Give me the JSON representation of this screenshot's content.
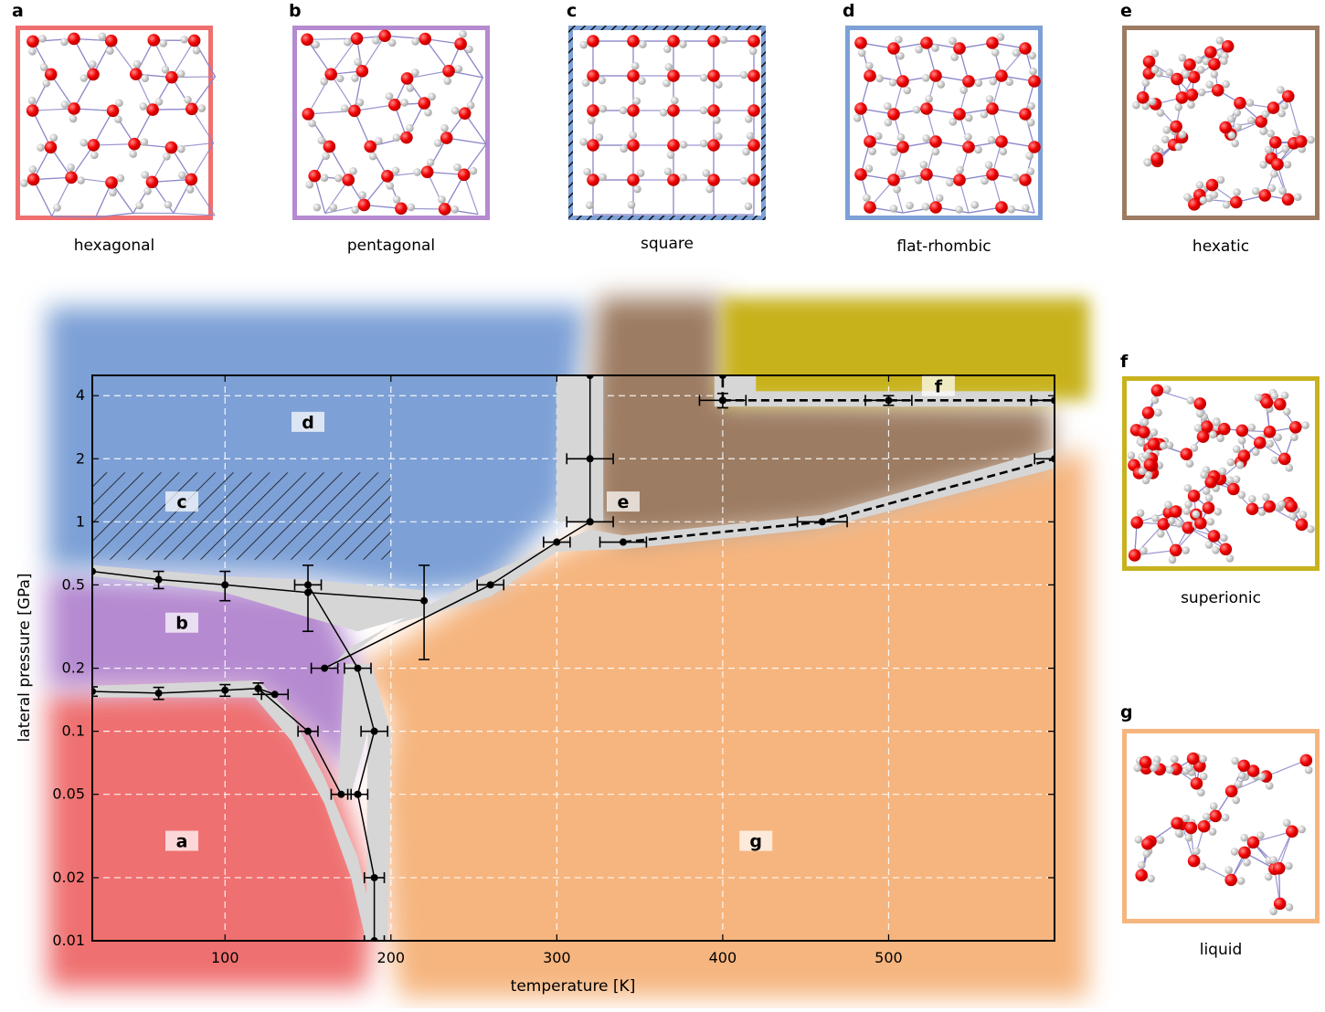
{
  "panels": [
    {
      "letter": "a",
      "caption": "hexagonal",
      "color": "#ef6f6f",
      "pattern": "hex"
    },
    {
      "letter": "b",
      "caption": "pentagonal",
      "color": "#b58ad0",
      "pattern": "pent"
    },
    {
      "letter": "c",
      "caption": "square",
      "color": "#7da0d6",
      "pattern": "square"
    },
    {
      "letter": "d",
      "caption": "flat-rhombic",
      "color": "#7da0d6",
      "pattern": "rhombic"
    },
    {
      "letter": "e",
      "caption": "hexatic",
      "color": "#9c7b62",
      "pattern": "random"
    },
    {
      "letter": "f",
      "caption": "superionic",
      "color": "#c8b21e",
      "pattern": "dense"
    },
    {
      "letter": "g",
      "caption": "liquid",
      "color": "#f6b57f",
      "pattern": "sparse"
    }
  ],
  "chart_data": {
    "type": "scatter",
    "title": "",
    "xlabel": "temperature [K]",
    "ylabel": "lateral pressure [GPa]",
    "xlim": [
      20,
      600
    ],
    "ylim": [
      0.01,
      5
    ],
    "yscale": "log",
    "x_ticks": [
      100,
      200,
      300,
      400,
      500
    ],
    "y_ticks": [
      0.01,
      0.02,
      0.05,
      0.1,
      0.2,
      0.5,
      1,
      2,
      4
    ],
    "y_tick_labels": [
      "0.01",
      "0.02",
      "0.05",
      "0.1",
      "0.2",
      "0.5",
      "1",
      "2",
      "4"
    ],
    "grid": true,
    "region_labels": [
      {
        "label": "a",
        "x": 74,
        "y": 0.03
      },
      {
        "label": "b",
        "x": 74,
        "y": 0.33
      },
      {
        "label": "c",
        "x": 74,
        "y": 1.25
      },
      {
        "label": "d",
        "x": 150,
        "y": 3.0
      },
      {
        "label": "e",
        "x": 340,
        "y": 1.25
      },
      {
        "label": "f",
        "x": 530,
        "y": 4.45
      },
      {
        "label": "g",
        "x": 420,
        "y": 0.03
      }
    ],
    "series": [
      {
        "style": "solid",
        "points": [
          {
            "x": 20,
            "y": 0.155,
            "yerr": 0.008
          },
          {
            "x": 60,
            "y": 0.152,
            "yerr": 0.01
          },
          {
            "x": 100,
            "y": 0.157,
            "yerr": 0.01
          },
          {
            "x": 120,
            "y": 0.16,
            "yerr": 0.01
          },
          {
            "x": 130,
            "y": 0.15,
            "xerr": 8
          }
        ]
      },
      {
        "style": "solid",
        "points": [
          {
            "x": 20,
            "y": 0.58
          },
          {
            "x": 60,
            "y": 0.53,
            "yerr": 0.05
          },
          {
            "x": 100,
            "y": 0.5,
            "yerr": 0.08
          },
          {
            "x": 150,
            "y": 0.46,
            "yerr": 0.16
          },
          {
            "x": 220,
            "y": 0.42,
            "yerr": 0.2
          }
        ]
      },
      {
        "style": "solid",
        "points": [
          {
            "x": 120,
            "y": 0.16
          },
          {
            "x": 150,
            "y": 0.1,
            "xerr": 6
          },
          {
            "x": 170,
            "y": 0.05,
            "xerr": 6
          },
          {
            "x": 180,
            "y": 0.05,
            "xerr": 6
          },
          {
            "x": 190,
            "y": 0.02,
            "xerr": 6
          },
          {
            "x": 190,
            "y": 0.01,
            "xerr": 6
          }
        ]
      },
      {
        "style": "solid",
        "points": [
          {
            "x": 150,
            "y": 0.5,
            "xerr": 8
          },
          {
            "x": 180,
            "y": 0.2,
            "xerr": 8
          },
          {
            "x": 190,
            "y": 0.1,
            "xerr": 8
          },
          {
            "x": 180,
            "y": 0.05
          }
        ]
      },
      {
        "style": "solid",
        "points": [
          {
            "x": 160,
            "y": 0.2,
            "xerr": 8
          },
          {
            "x": 260,
            "y": 0.5,
            "xerr": 8
          },
          {
            "x": 300,
            "y": 0.8,
            "xerr": 8
          },
          {
            "x": 320,
            "y": 1.0,
            "xerr": 14
          }
        ]
      },
      {
        "style": "solid",
        "points": [
          {
            "x": 320,
            "y": 1.0
          },
          {
            "x": 320,
            "y": 2.0,
            "xerr": 14
          },
          {
            "x": 320,
            "y": 5.0
          }
        ]
      },
      {
        "style": "dashed",
        "points": [
          {
            "x": 340,
            "y": 0.8,
            "xerr": 14
          },
          {
            "x": 460,
            "y": 1.0,
            "xerr": 15
          },
          {
            "x": 600,
            "y": 2.0,
            "xerr": 12
          }
        ]
      },
      {
        "style": "dashed",
        "points": [
          {
            "x": 400,
            "y": 3.8,
            "xerr": 14,
            "yerr": 0.3
          },
          {
            "x": 500,
            "y": 3.8,
            "xerr": 14,
            "yerr": 0.2
          },
          {
            "x": 600,
            "y": 3.8,
            "xerr": 14
          }
        ]
      },
      {
        "style": "dashed",
        "points": [
          {
            "x": 400,
            "y": 3.8
          },
          {
            "x": 400,
            "y": 5.0
          }
        ]
      }
    ]
  }
}
